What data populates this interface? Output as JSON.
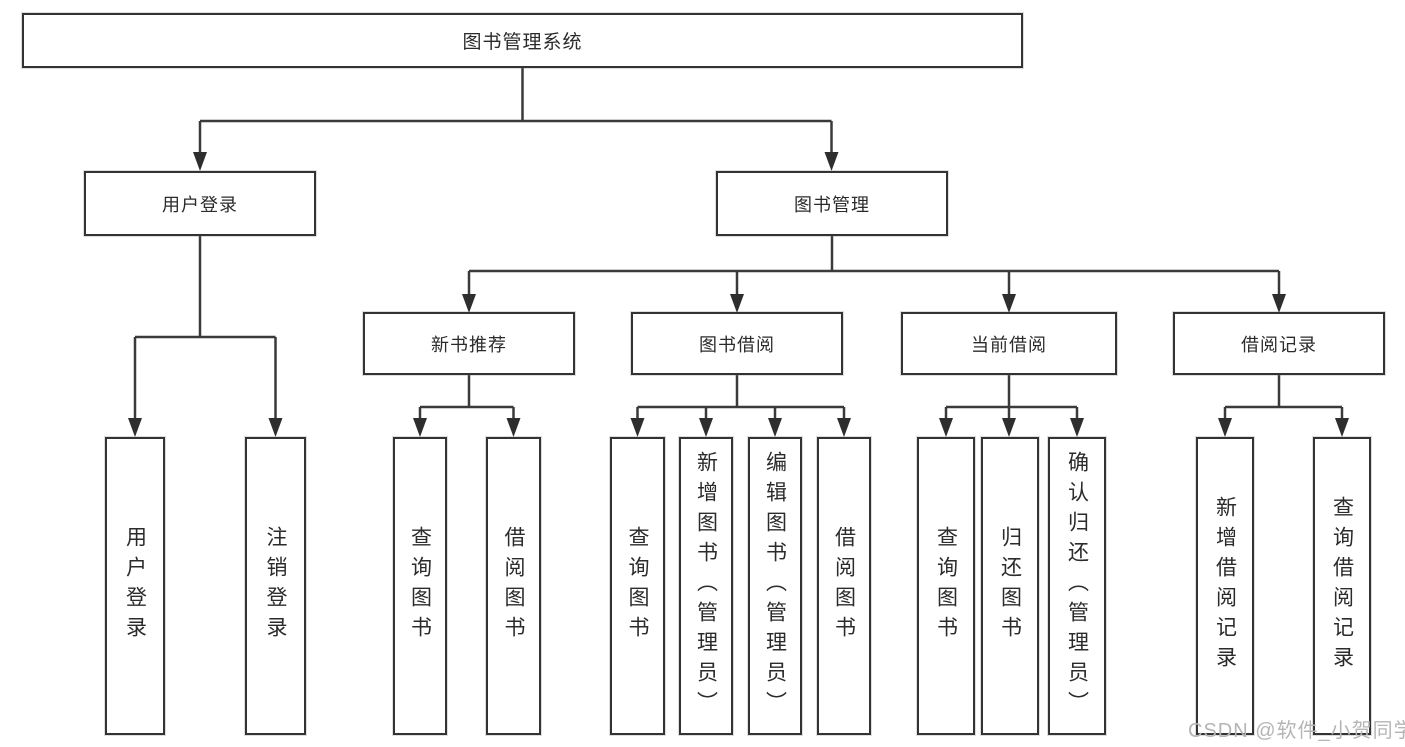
{
  "diagram": {
    "type": "hierarchy-tree",
    "nodes": {
      "root": "图书管理系统",
      "userLogin": "用户登录",
      "bookManagement": "图书管理",
      "newBookRec": "新书推荐",
      "bookBorrow": "图书借阅",
      "currentBorrow": "当前借阅",
      "borrowRecord": "借阅记录",
      "leafUserLogin": "用户登录",
      "leafLogout": "注销登录",
      "leafRecQuery": "查询图书",
      "leafRecBorrow": "借阅图书",
      "leafBbQuery": "查询图书",
      "leafBbAdd": "新增图书（管理员）",
      "leafBbEdit": "编辑图书（管理员）",
      "leafBbBorrow": "借阅图书",
      "leafCbQuery": "查询图书",
      "leafCbReturn": "归还图书",
      "leafCbConfirm": "确认归还（管理员）",
      "leafBrAdd": "新增借阅记录",
      "leafBrQuery": "查询借阅记录"
    },
    "edges": [
      [
        "root",
        "userLogin"
      ],
      [
        "root",
        "bookManagement"
      ],
      [
        "userLogin",
        "leafUserLogin"
      ],
      [
        "userLogin",
        "leafLogout"
      ],
      [
        "bookManagement",
        "newBookRec"
      ],
      [
        "bookManagement",
        "bookBorrow"
      ],
      [
        "bookManagement",
        "currentBorrow"
      ],
      [
        "bookManagement",
        "borrowRecord"
      ],
      [
        "newBookRec",
        "leafRecQuery"
      ],
      [
        "newBookRec",
        "leafRecBorrow"
      ],
      [
        "bookBorrow",
        "leafBbQuery"
      ],
      [
        "bookBorrow",
        "leafBbAdd"
      ],
      [
        "bookBorrow",
        "leafBbEdit"
      ],
      [
        "bookBorrow",
        "leafBbBorrow"
      ],
      [
        "currentBorrow",
        "leafCbQuery"
      ],
      [
        "currentBorrow",
        "leafCbReturn"
      ],
      [
        "currentBorrow",
        "leafCbConfirm"
      ],
      [
        "borrowRecord",
        "leafBrAdd"
      ],
      [
        "borrowRecord",
        "leafBrQuery"
      ]
    ],
    "colors": {
      "line": "#3a3a3a",
      "box_border": "#333333",
      "text": "#2b2b2b",
      "background": "#ffffff",
      "watermark": "#b5b5b5"
    }
  },
  "watermark": {
    "text": "CSDN @软件_小贺同学"
  }
}
